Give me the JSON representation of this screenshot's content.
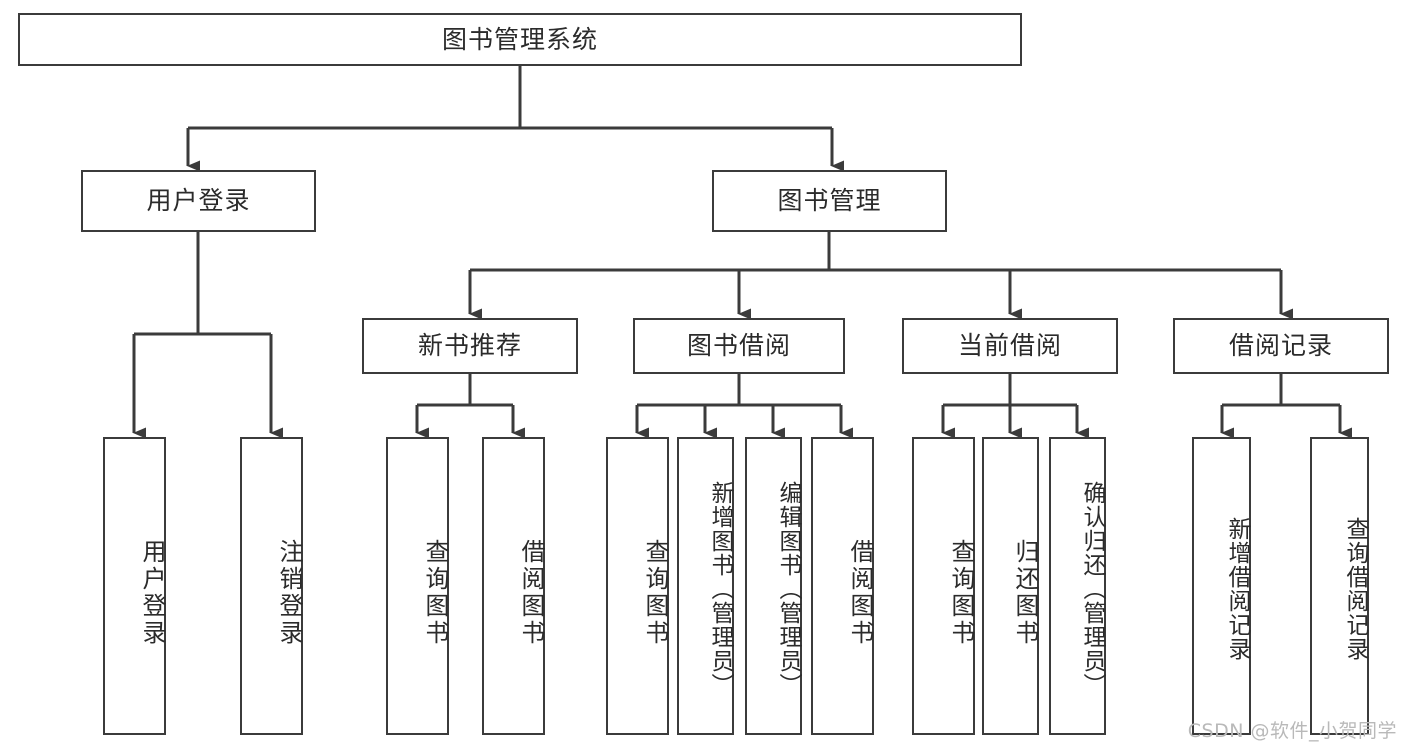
{
  "diagram": {
    "title": "图书管理系统",
    "type": "tree-hierarchy",
    "stroke_color": "#3b3b3b",
    "fill_color": "#ffffff",
    "text_color": "#2b2b2b"
  },
  "nodes": {
    "root": {
      "label": "图书管理系统",
      "level": 1
    },
    "level2": [
      {
        "label": "用户登录",
        "level": 2
      },
      {
        "label": "图书管理",
        "level": 2
      }
    ],
    "level3": [
      {
        "label": "新书推荐",
        "level": 3
      },
      {
        "label": "图书借阅",
        "level": 3
      },
      {
        "label": "当前借阅",
        "level": 3
      },
      {
        "label": "借阅记录",
        "level": 3
      }
    ],
    "leaves": {
      "user_login": [
        {
          "label": "用户登录"
        },
        {
          "label": "注销登录"
        }
      ],
      "new_book_recommend": [
        {
          "label": "查询图书"
        },
        {
          "label": "借阅图书"
        }
      ],
      "book_borrow": [
        {
          "label": "查询图书"
        },
        {
          "label": "新增图书（管理员）"
        },
        {
          "label": "编辑图书（管理员）"
        },
        {
          "label": "借阅图书"
        }
      ],
      "current_borrow": [
        {
          "label": "查询图书"
        },
        {
          "label": "归还图书"
        },
        {
          "label": "确认归还（管理员）"
        }
      ],
      "borrow_record": [
        {
          "label": "新增借阅记录"
        },
        {
          "label": "查询借阅记录"
        }
      ]
    }
  },
  "watermark": {
    "text": "CSDN @软件_小贺同学"
  }
}
